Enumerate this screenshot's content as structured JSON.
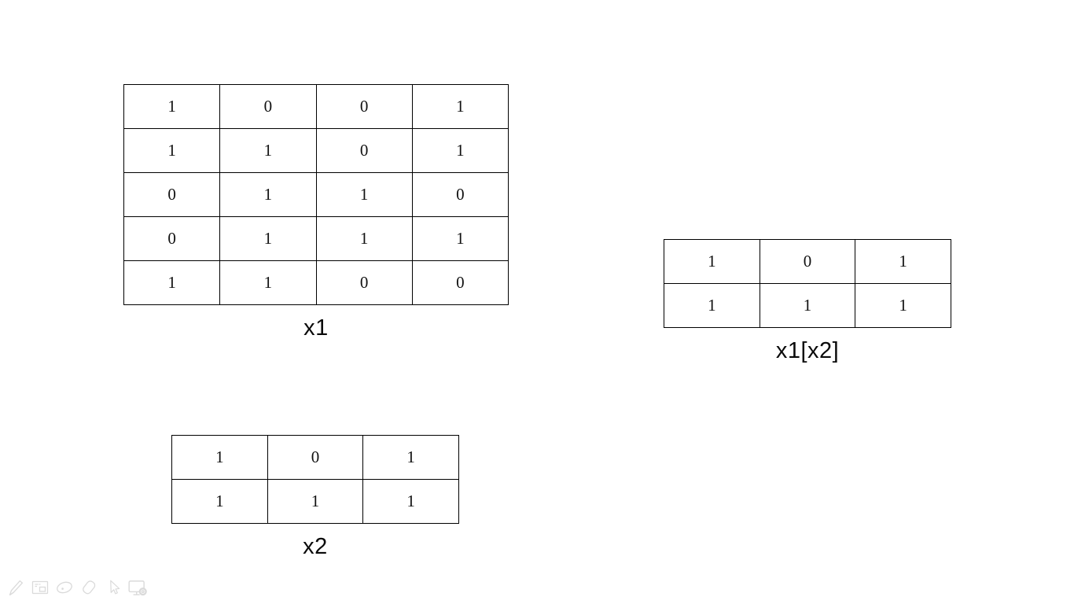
{
  "canvas": {
    "background": "#ffffff"
  },
  "tables": {
    "x1": {
      "label": "x1",
      "rows": [
        [
          1,
          0,
          0,
          1
        ],
        [
          1,
          1,
          0,
          1
        ],
        [
          0,
          1,
          1,
          0
        ],
        [
          0,
          1,
          1,
          1
        ],
        [
          1,
          1,
          0,
          0
        ]
      ]
    },
    "x2": {
      "label": "x2",
      "rows": [
        [
          1,
          0,
          1
        ],
        [
          1,
          1,
          1
        ]
      ]
    },
    "x1x2": {
      "label": "x1[x2]",
      "rows": [
        [
          1,
          0,
          1
        ],
        [
          1,
          1,
          1
        ]
      ]
    }
  },
  "toolbar": {
    "icon_color": "#dadada",
    "icons": [
      {
        "name": "pen-icon"
      },
      {
        "name": "slide-panel-icon"
      },
      {
        "name": "laser-pointer-icon"
      },
      {
        "name": "eraser-icon"
      },
      {
        "name": "cursor-arrow-icon"
      },
      {
        "name": "display-settings-icon"
      }
    ]
  },
  "colors": {
    "table_border": "#000000",
    "text": "#111111"
  }
}
